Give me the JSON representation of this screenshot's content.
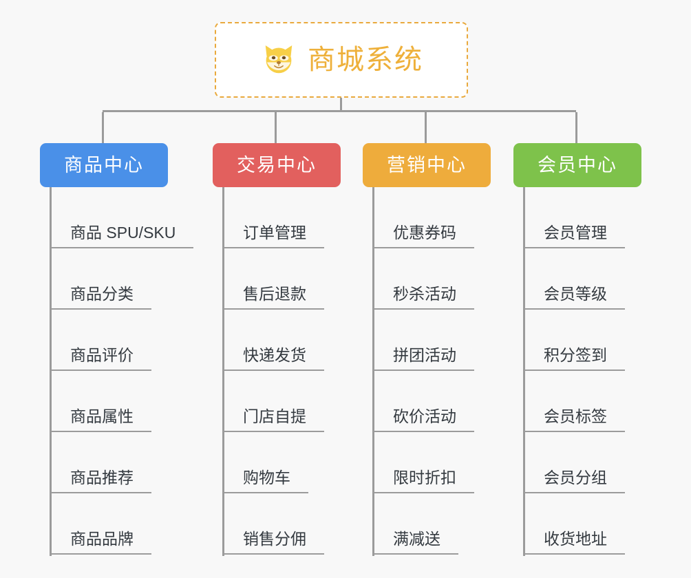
{
  "page": {
    "background": "#f8f8f8",
    "connector_color": "#9b9b9b"
  },
  "root": {
    "title": "商城系统",
    "icon": "shiba-dog-face-icon",
    "border_color": "#e9a93c",
    "text_color": "#eeb03a",
    "background": "#ffffff"
  },
  "branches": [
    {
      "label": "商品中心",
      "color": "#4a90e8",
      "items": [
        "商品 SPU/SKU",
        "商品分类",
        "商品评价",
        "商品属性",
        "商品推荐",
        "商品品牌"
      ]
    },
    {
      "label": "交易中心",
      "color": "#e2605e",
      "items": [
        "订单管理",
        "售后退款",
        "快递发货",
        "门店自提",
        "购物车",
        "销售分佣"
      ]
    },
    {
      "label": "营销中心",
      "color": "#eeac3c",
      "items": [
        "优惠券码",
        "秒杀活动",
        "拼团活动",
        "砍价活动",
        "限时折扣",
        "满减送"
      ]
    },
    {
      "label": "会员中心",
      "color": "#7ec24b",
      "items": [
        "会员管理",
        "会员等级",
        "积分签到",
        "会员标签",
        "会员分组",
        "收货地址"
      ]
    }
  ]
}
